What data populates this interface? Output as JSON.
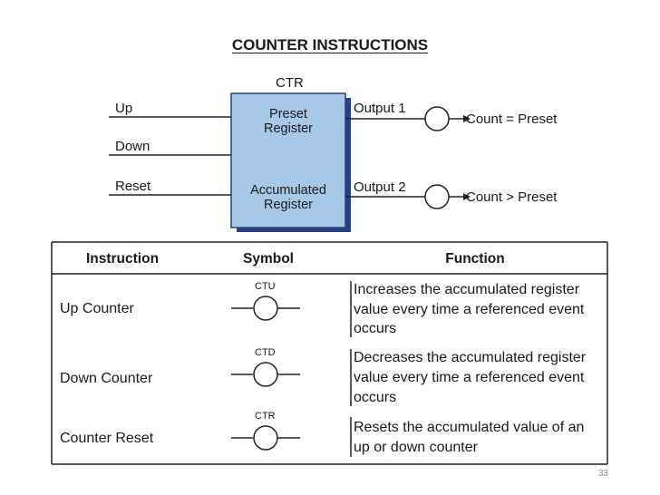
{
  "title": "COUNTER INSTRUCTIONS",
  "diagram": {
    "block_label": "CTR",
    "inputs": [
      "Up",
      "Down",
      "Reset"
    ],
    "register_top": [
      "Preset",
      "Register"
    ],
    "register_bottom": [
      "Accumulated",
      "Register"
    ],
    "outputs": [
      {
        "label": "Output 1",
        "condition": "Count = Preset"
      },
      {
        "label": "Output 2",
        "condition": "Count > Preset"
      }
    ],
    "colors": {
      "block_fill": "#a8c8e8",
      "block_shadow": "#2a3f80",
      "line": "#222222"
    }
  },
  "table": {
    "headers": [
      "Instruction",
      "Symbol",
      "Function"
    ],
    "rows": [
      {
        "instruction": "Up Counter",
        "symbol": "CTU",
        "function": [
          "Increases the accumulated register",
          "value every time a referenced event",
          "occurs"
        ]
      },
      {
        "instruction": "Down Counter",
        "symbol": "CTD",
        "function": [
          "Decreases the accumulated register",
          "value every time a referenced event",
          "occurs"
        ]
      },
      {
        "instruction": "Counter Reset",
        "symbol": "CTR",
        "function": [
          "Resets the accumulated value of an",
          "up or down counter"
        ]
      }
    ]
  },
  "page_number": "33"
}
